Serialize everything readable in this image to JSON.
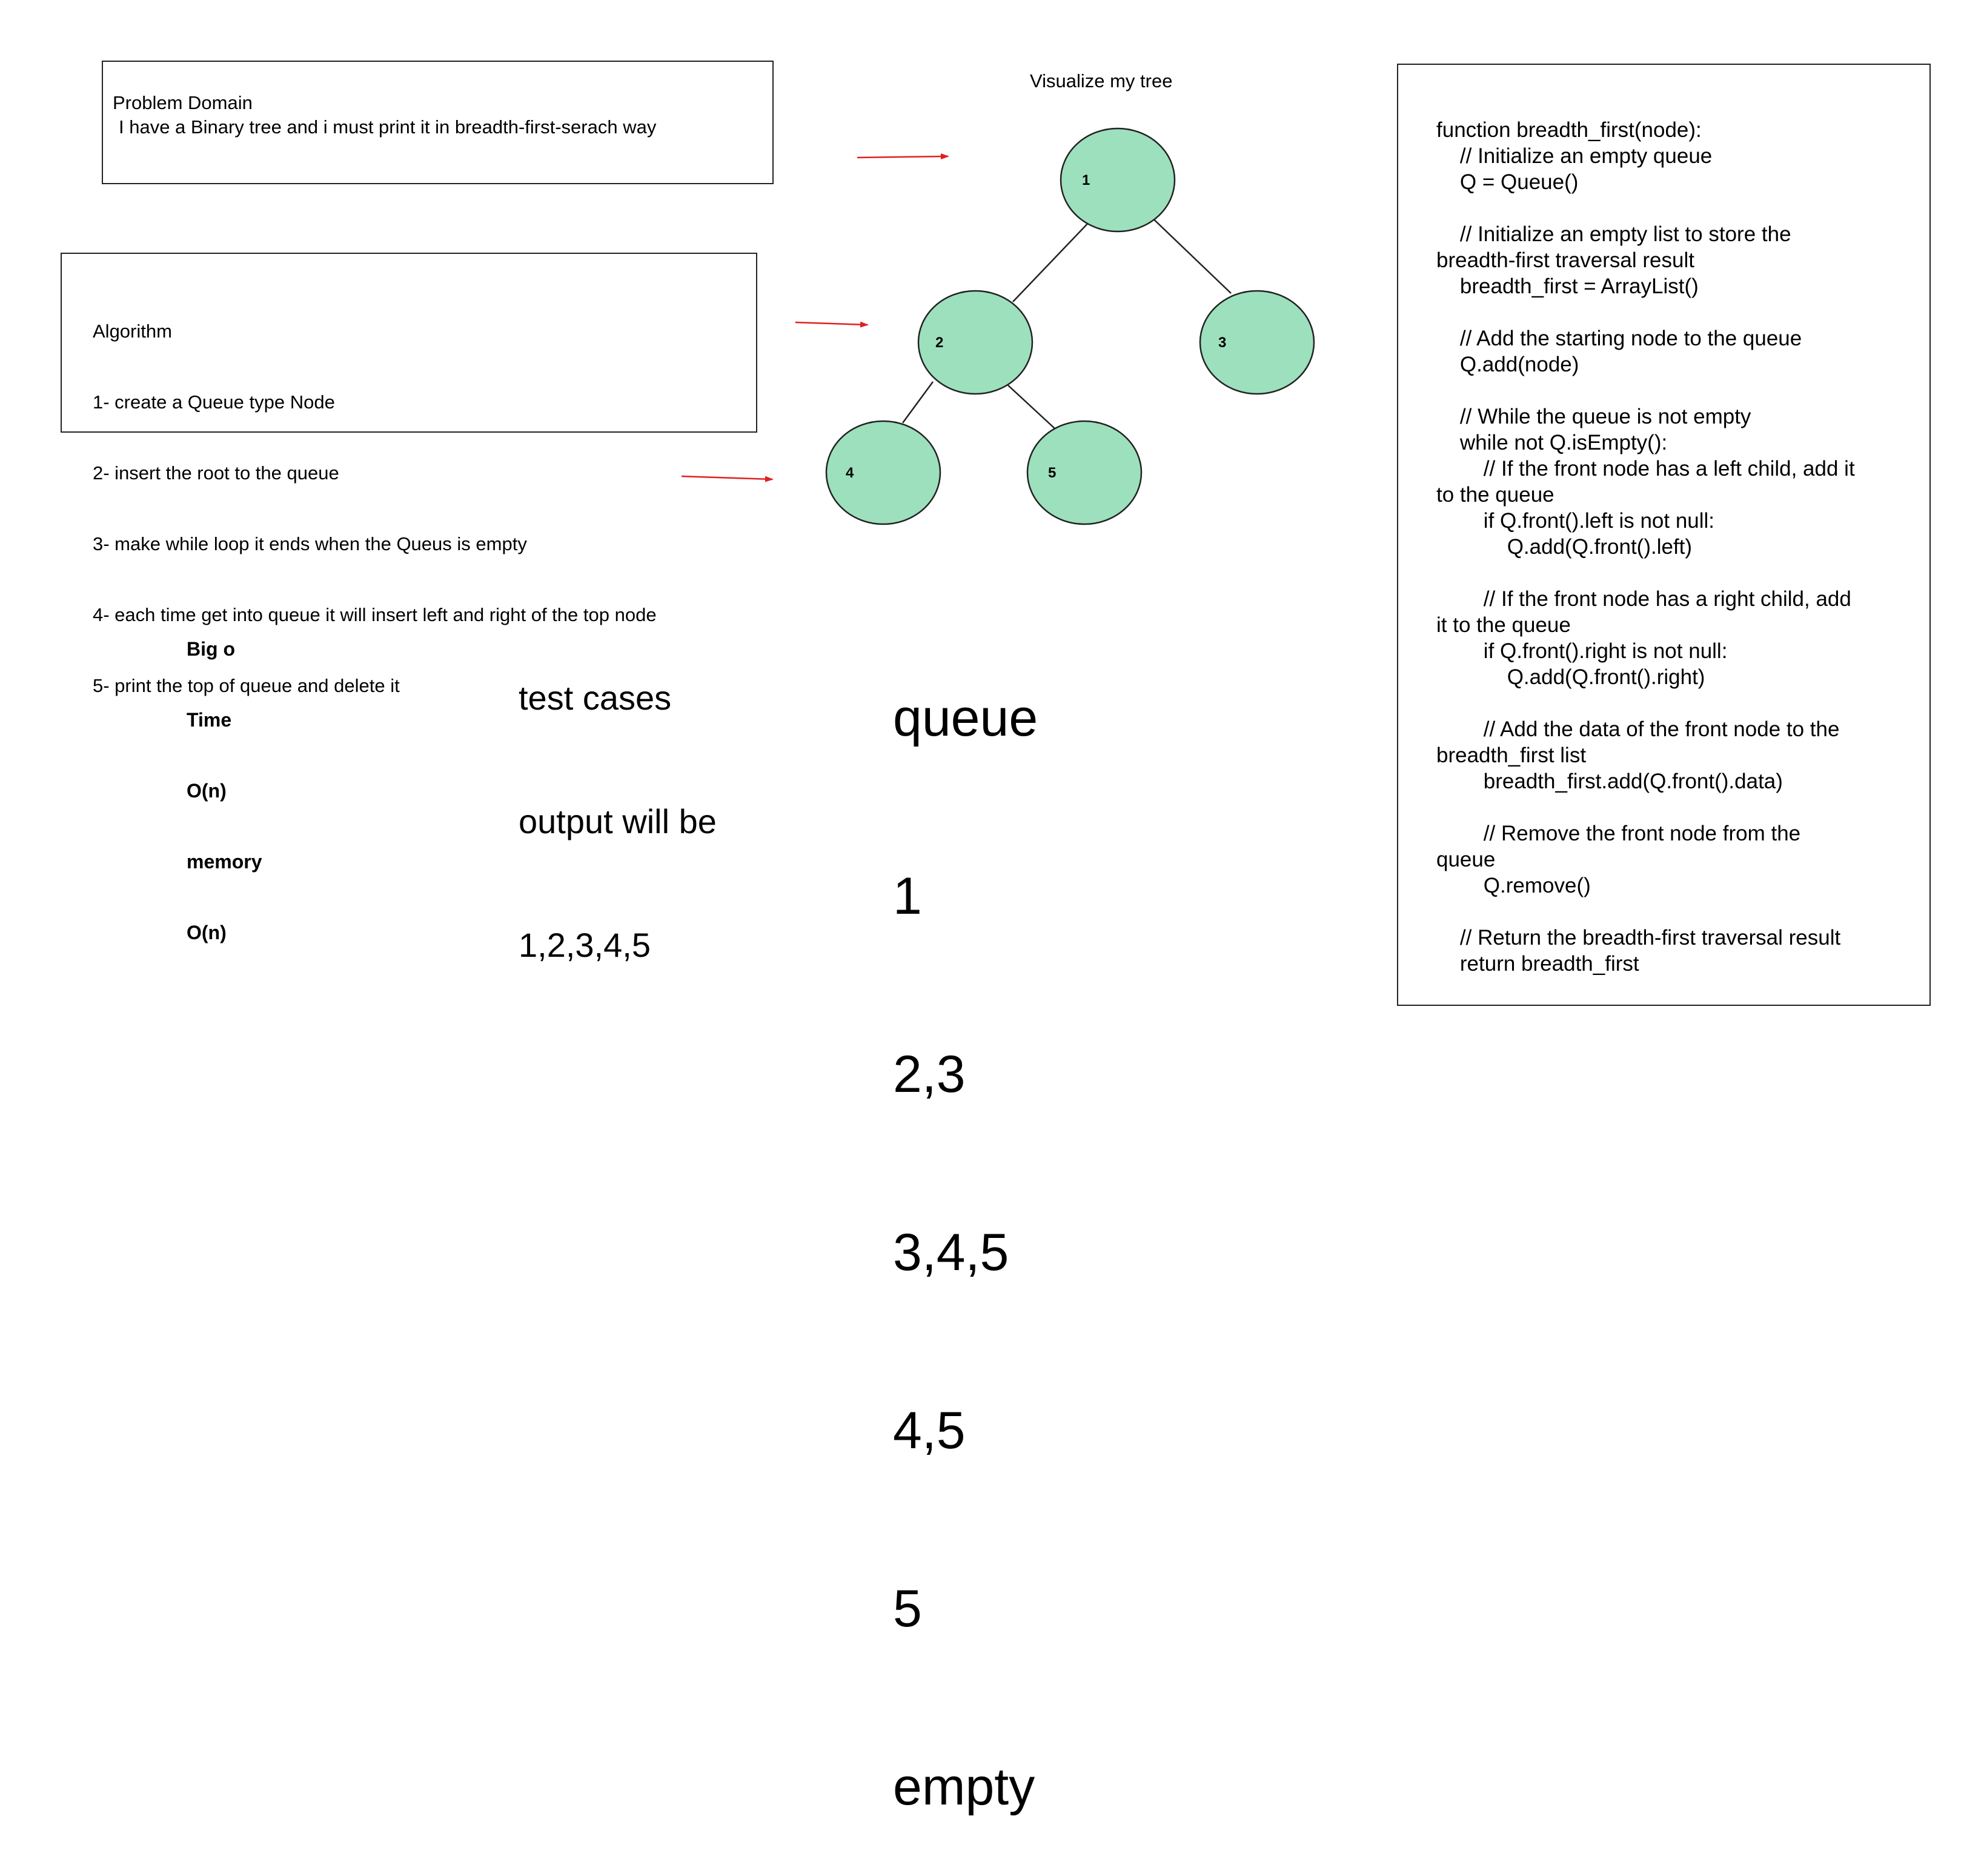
{
  "problem": {
    "title": "Problem Domain",
    "description": "I have a Binary tree and i must print it in breadth-first-serach way"
  },
  "algorithm": {
    "title": "Algorithm",
    "steps": [
      "1- create a Queue type Node",
      "2- insert the root to the queue",
      "3- make while loop it ends when the Queus is empty",
      "4- each time get into queue it will insert left and right of the top node",
      "5- print the top of queue and delete it"
    ]
  },
  "tree": {
    "title": "Visualize my tree",
    "nodes": [
      "1",
      "2",
      "3",
      "4",
      "5"
    ],
    "colors": {
      "fill": "#9de0bd",
      "stroke": "#222222",
      "arrow": "#e02020"
    }
  },
  "big_o": {
    "heading": "Big o",
    "time_label": "Time",
    "time_value": "O(n)",
    "memory_label": "memory",
    "memory_value": "O(n)"
  },
  "tests": {
    "heading": "test cases",
    "line2": "output will be",
    "output": "1,2,3,4,5"
  },
  "queue_trace": {
    "heading": "queue",
    "states": [
      "1",
      "2,3",
      "3,4,5",
      "4,5",
      "5",
      "empty"
    ]
  },
  "pseudocode": [
    "function breadth_first(node):",
    "    // Initialize an empty queue",
    "    Q = Queue()",
    "",
    "    // Initialize an empty list to store the",
    "breadth-first traversal result",
    "    breadth_first = ArrayList()",
    "",
    "    // Add the starting node to the queue",
    "    Q.add(node)",
    "",
    "    // While the queue is not empty",
    "    while not Q.isEmpty():",
    "        // If the front node has a left child, add it",
    "to the queue",
    "        if Q.front().left is not null:",
    "            Q.add(Q.front().left)",
    "",
    "        // If the front node has a right child, add",
    "it to the queue",
    "        if Q.front().right is not null:",
    "            Q.add(Q.front().right)",
    "",
    "        // Add the data of the front node to the",
    "breadth_first list",
    "        breadth_first.add(Q.front().data)",
    "",
    "        // Remove the front node from the",
    "queue",
    "        Q.remove()",
    "",
    "    // Return the breadth-first traversal result",
    "    return breadth_first"
  ]
}
